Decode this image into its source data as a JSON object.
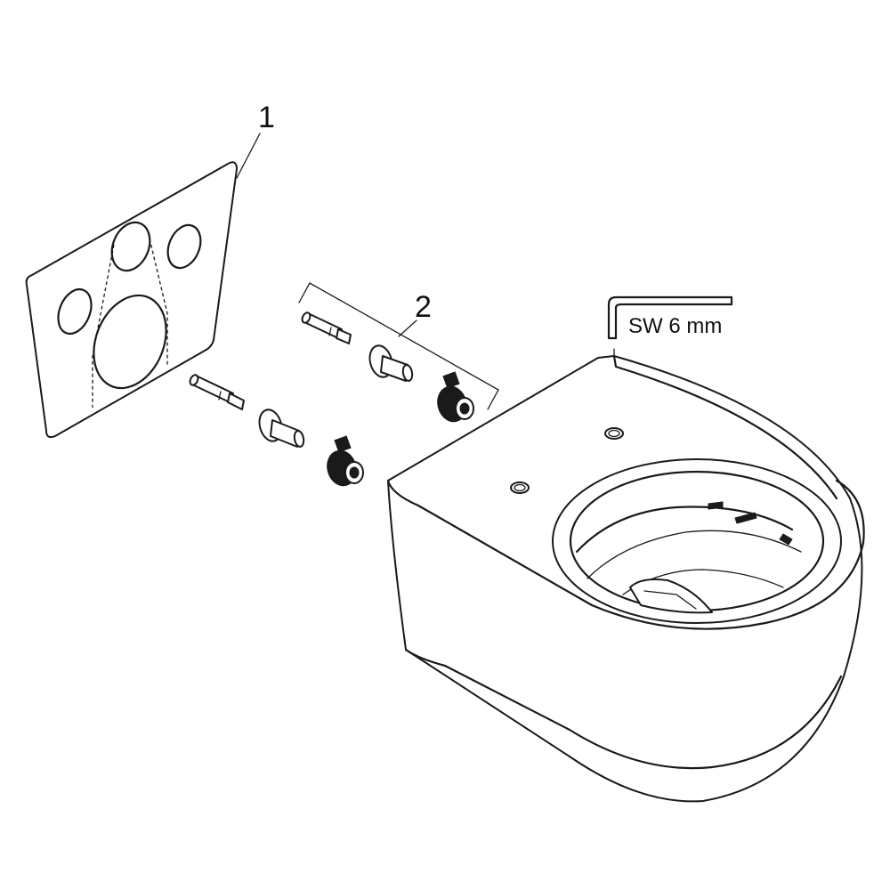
{
  "callouts": {
    "part_1": "1",
    "part_2": "2"
  },
  "tool_note": {
    "label": "SW 6 mm"
  },
  "colors": {
    "line": "#1a1a1a",
    "background": "#ffffff"
  }
}
